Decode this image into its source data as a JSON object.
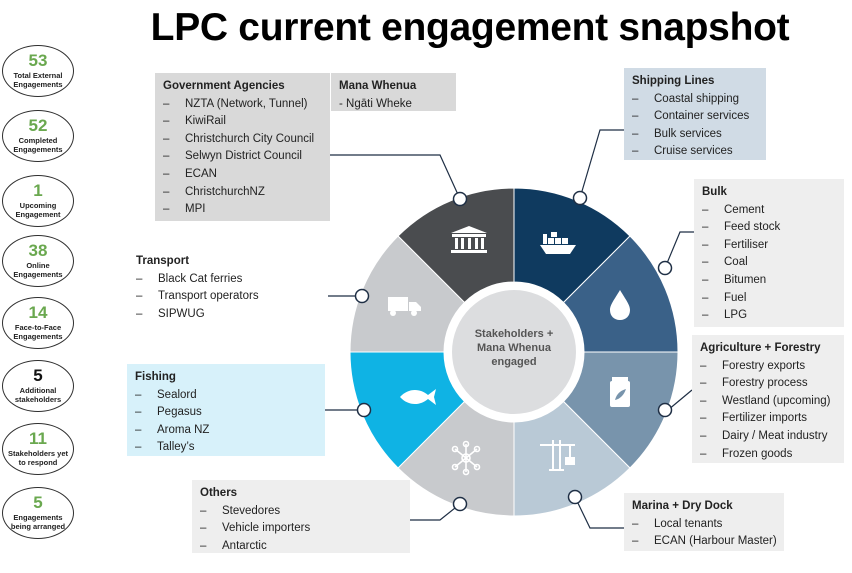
{
  "title": "LPC current engagement snapshot",
  "stats": [
    {
      "num": "53",
      "label_lines": [
        "Total External",
        "Engagements"
      ],
      "color": "#6aa84f"
    },
    {
      "num": "52",
      "label_lines": [
        "Completed",
        "Engagements"
      ],
      "color": "#6aa84f"
    },
    {
      "num": "1",
      "label_lines": [
        "Upcoming",
        "Engagement"
      ],
      "color": "#6aa84f"
    },
    {
      "num": "38",
      "label_lines": [
        "Online",
        "Engagements"
      ],
      "color": "#6aa84f"
    },
    {
      "num": "14",
      "label_lines": [
        "Face-to-Face",
        "Engagements"
      ],
      "color": "#6aa84f"
    },
    {
      "num": "5",
      "label_lines": [
        "Additional",
        "stakeholders"
      ],
      "color": "#111111"
    },
    {
      "num": "11",
      "label_lines": [
        "Stakeholders yet",
        "to respond"
      ],
      "color": "#6aa84f"
    },
    {
      "num": "5",
      "label_lines": [
        "Engagements",
        "being arranged"
      ],
      "color": "#6aa84f"
    }
  ],
  "center_lines": [
    "Stakeholders +",
    "Mana Whenua",
    "engaged"
  ],
  "groups": {
    "government": {
      "heading": "Government Agencies",
      "items": [
        "NZTA (Network, Tunnel)",
        "KiwiRail",
        "Christchurch City Council",
        "Selwyn District Council",
        "ECAN",
        "ChristchurchNZ",
        "MPI"
      ]
    },
    "mana_whenua": {
      "heading": "Mana Whenua",
      "items": [
        "- Ngāti Wheke"
      ]
    },
    "shipping": {
      "heading": "Shipping Lines",
      "items": [
        "Coastal shipping",
        "Container services",
        "Bulk services",
        "Cruise services"
      ]
    },
    "bulk": {
      "heading": "Bulk",
      "items": [
        "Cement",
        "Feed stock",
        "Fertiliser",
        "Coal",
        "Bitumen",
        "Fuel",
        "LPG"
      ]
    },
    "transport": {
      "heading": "Transport",
      "items": [
        "Black Cat ferries",
        "Transport operators",
        "SIPWUG"
      ]
    },
    "agriculture": {
      "heading": "Agriculture + Forestry",
      "items": [
        "Forestry exports",
        "Forestry process",
        "Westland (upcoming)",
        "Fertilizer imports",
        "Dairy / Meat industry",
        "Frozen goods"
      ]
    },
    "fishing": {
      "heading": "Fishing",
      "items": [
        "Sealord",
        "Pegasus",
        "Aroma NZ",
        "Talley’s"
      ]
    },
    "others": {
      "heading": "Others",
      "items": [
        "Stevedores",
        "Vehicle importers",
        "Antarctic"
      ]
    },
    "marina": {
      "heading": "Marina + Dry Dock",
      "items": [
        "Local tenants",
        "ECAN (Harbour Master)"
      ]
    }
  },
  "dash": "–",
  "colors": {
    "dark_navy": "#0f3a5f",
    "mid_blue": "#3a6188",
    "slate": "#7894ac",
    "pale_blue": "#b9c9d6",
    "light_gray": "#c8cacd",
    "cyan": "#0fb3e4",
    "charcoal": "#4a4c4f",
    "inner": "#dcdddf",
    "box_gray": "#d9d9d9",
    "box_blue": "#d0dbe5",
    "box_cyan": "#d7f1fa",
    "box_light": "#eeeeee"
  },
  "segment_icons": [
    "government-building-icon",
    "cargo-ship-icon",
    "fuel-drop-icon",
    "feed-bag-icon",
    "port-crane-icon",
    "network-nodes-icon",
    "fish-icon",
    "truck-icon"
  ]
}
